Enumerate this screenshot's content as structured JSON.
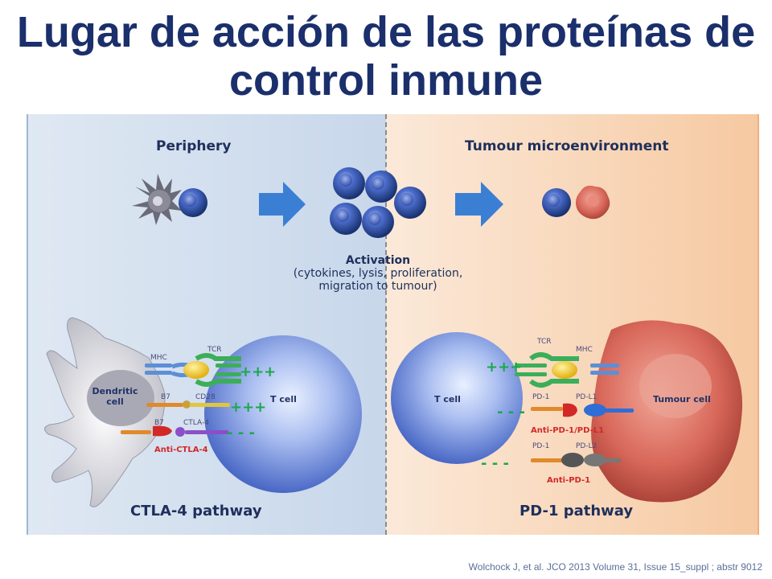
{
  "title": "Lugar de acción de las proteínas de control inmune",
  "left_header": "Periphery",
  "right_header": "Tumour microenvironment",
  "activation": {
    "line1": "Activation",
    "line2": "(cytokines, lysis, proliferation,",
    "line3": "migration to tumour)"
  },
  "left": {
    "dendritic": "Dendritic cell",
    "tcell": "T cell",
    "mhc": "MHC",
    "tcr": "TCR",
    "b7_a": "B7",
    "cd28": "CD28",
    "b7_b": "B7",
    "ctla4": "CTLA-4",
    "anti": "Anti-CTLA-4",
    "plus1": "+++",
    "plus2": "+++",
    "minus": "- - -",
    "pathway": "CTLA-4 pathway"
  },
  "right": {
    "tcell": "T cell",
    "tumour": "Tumour cell",
    "tcr": "TCR",
    "mhc": "MHC",
    "pd1_a": "PD-1",
    "pdl1": "PD-L1",
    "anti_pdl1": "Anti-PD-1/PD-L1",
    "pd1_b": "PD-1",
    "pdl2": "PD-L2",
    "anti_pd1": "Anti-PD-1",
    "plus": "+++",
    "minus1": "- - -",
    "minus2": "- - -",
    "pathway": "PD-1 pathway"
  },
  "citation": "Wolchock J, et al. JCO 2013 Volume 31, Issue 15_suppl ; abstr 9012",
  "colors": {
    "title": "#1a2f6b",
    "blue_cell": "#2a4fa8",
    "arrow": "#3b7fd4",
    "tumour": "#c0524a",
    "antibody_red": "#d22828"
  }
}
